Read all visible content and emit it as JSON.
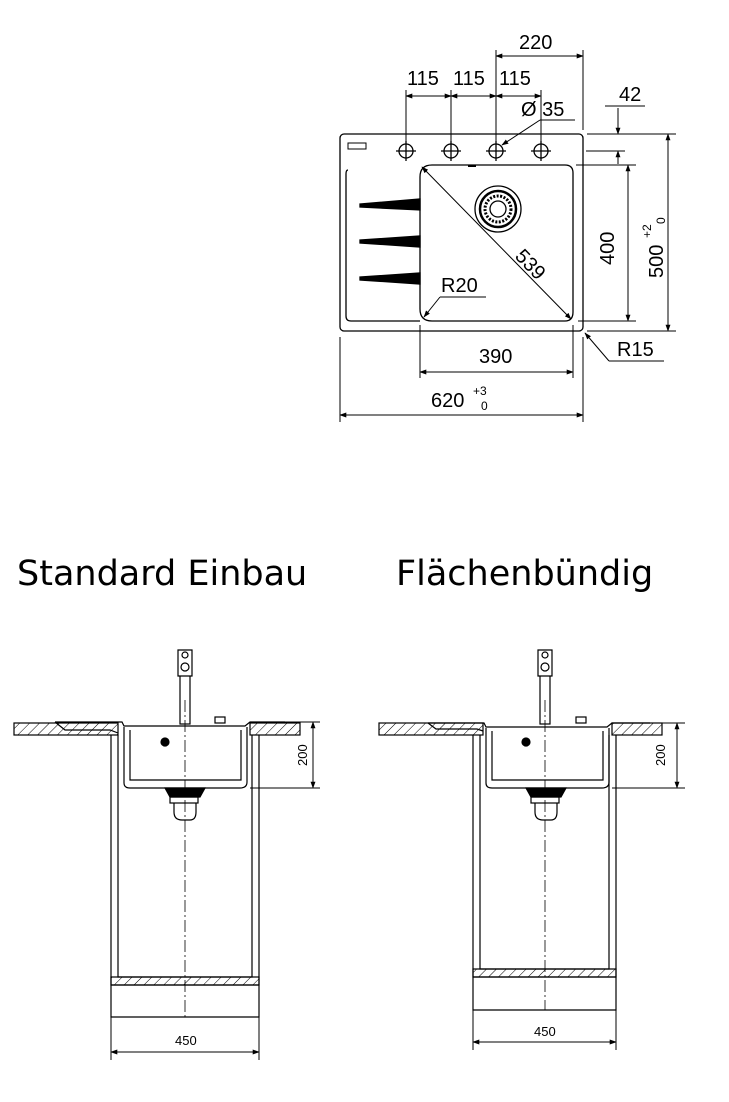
{
  "top_view": {
    "dimensions": {
      "width_220": "220",
      "spacing_a": "115",
      "spacing_b": "115",
      "spacing_c": "115",
      "hole_diameter": "Ø 35",
      "offset_42": "42",
      "diagonal": "539",
      "bowl_depth": "400",
      "overall_depth": "500",
      "overall_depth_tol_upper": "+2",
      "overall_depth_tol_lower": "0",
      "inner_radius": "R20",
      "outer_radius": "R15",
      "bowl_width": "390",
      "overall_width": "620",
      "overall_width_tol_upper": "+3",
      "overall_width_tol_lower": "0"
    }
  },
  "sections": [
    {
      "title": "Standard Einbau",
      "height_dim": "200",
      "cabinet_dim": "450"
    },
    {
      "title": "Flächenbündig",
      "height_dim": "200",
      "cabinet_dim": "450"
    }
  ]
}
